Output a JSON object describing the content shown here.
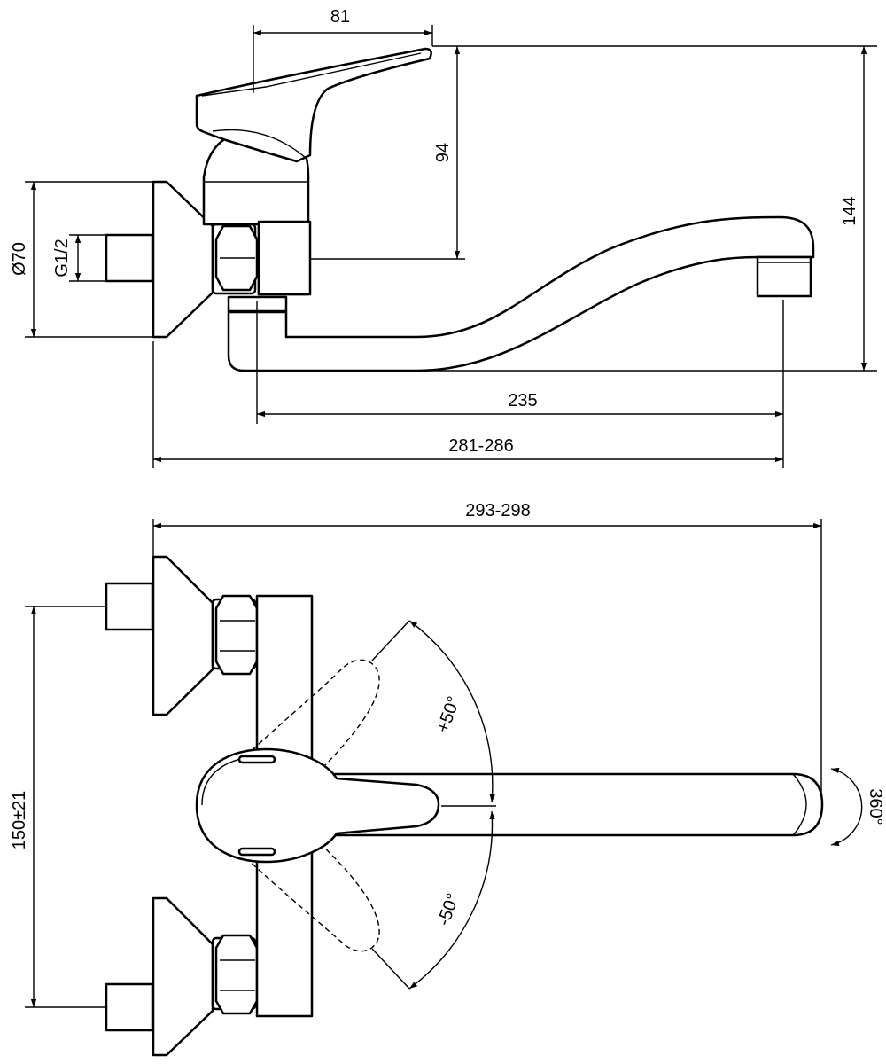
{
  "side_view": {
    "dim_handle_width": "81",
    "dim_handle_height": "94",
    "dim_total_height": "144",
    "dim_flange_diameter": "Ø70",
    "dim_thread": "G1/2",
    "dim_spout_reach": "235",
    "dim_total_reach": "281-286"
  },
  "top_view": {
    "dim_overall_width": "293-298",
    "dim_inlet_spacing": "150±21",
    "dim_lever_up": "+50°",
    "dim_lever_down": "-50°",
    "dim_spout_rotation": "360°"
  }
}
